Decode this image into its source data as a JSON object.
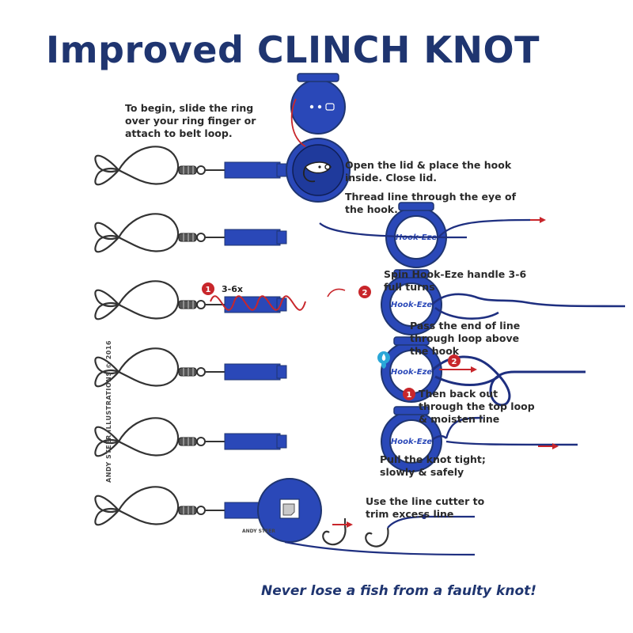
{
  "title": "Improved CLINCH KNOT",
  "credit": "ANDY STEER ILLUSTRATIONS © 2016",
  "brand": "Hook-Eze",
  "cutter_brand": "ANDY STEER",
  "steps": {
    "s1": "To begin, slide the ring\nover your ring finger or\nattach to belt loop.",
    "s2": "Open the lid & place the hook\ninside. Close lid.",
    "s3": "Thread line through the eye of\nthe hook.",
    "s4": "Spin Hook-Eze handle 3-6\nfull turns",
    "s4_badge_1": "1",
    "s4_turns": "3-6x",
    "s4_badge_2": "2",
    "s5": "Pass the end of line\nthrough loop above\nthe hook",
    "s5_badge": "2",
    "s6": "Then back out\nthrough the top loop\n& moisten  line",
    "s6_badge": "1",
    "s7": "Pull the knot tight;\nslowly & safely",
    "s8": "Use the line cutter to\ntrim excess line"
  },
  "footer": "Never lose a fish from a faulty knot!",
  "colors": {
    "blue": "#2a48b8",
    "dark_blue": "#1f3570",
    "line": "#1e2f80",
    "red": "#c8262b",
    "drop": "#2aa7d8"
  }
}
